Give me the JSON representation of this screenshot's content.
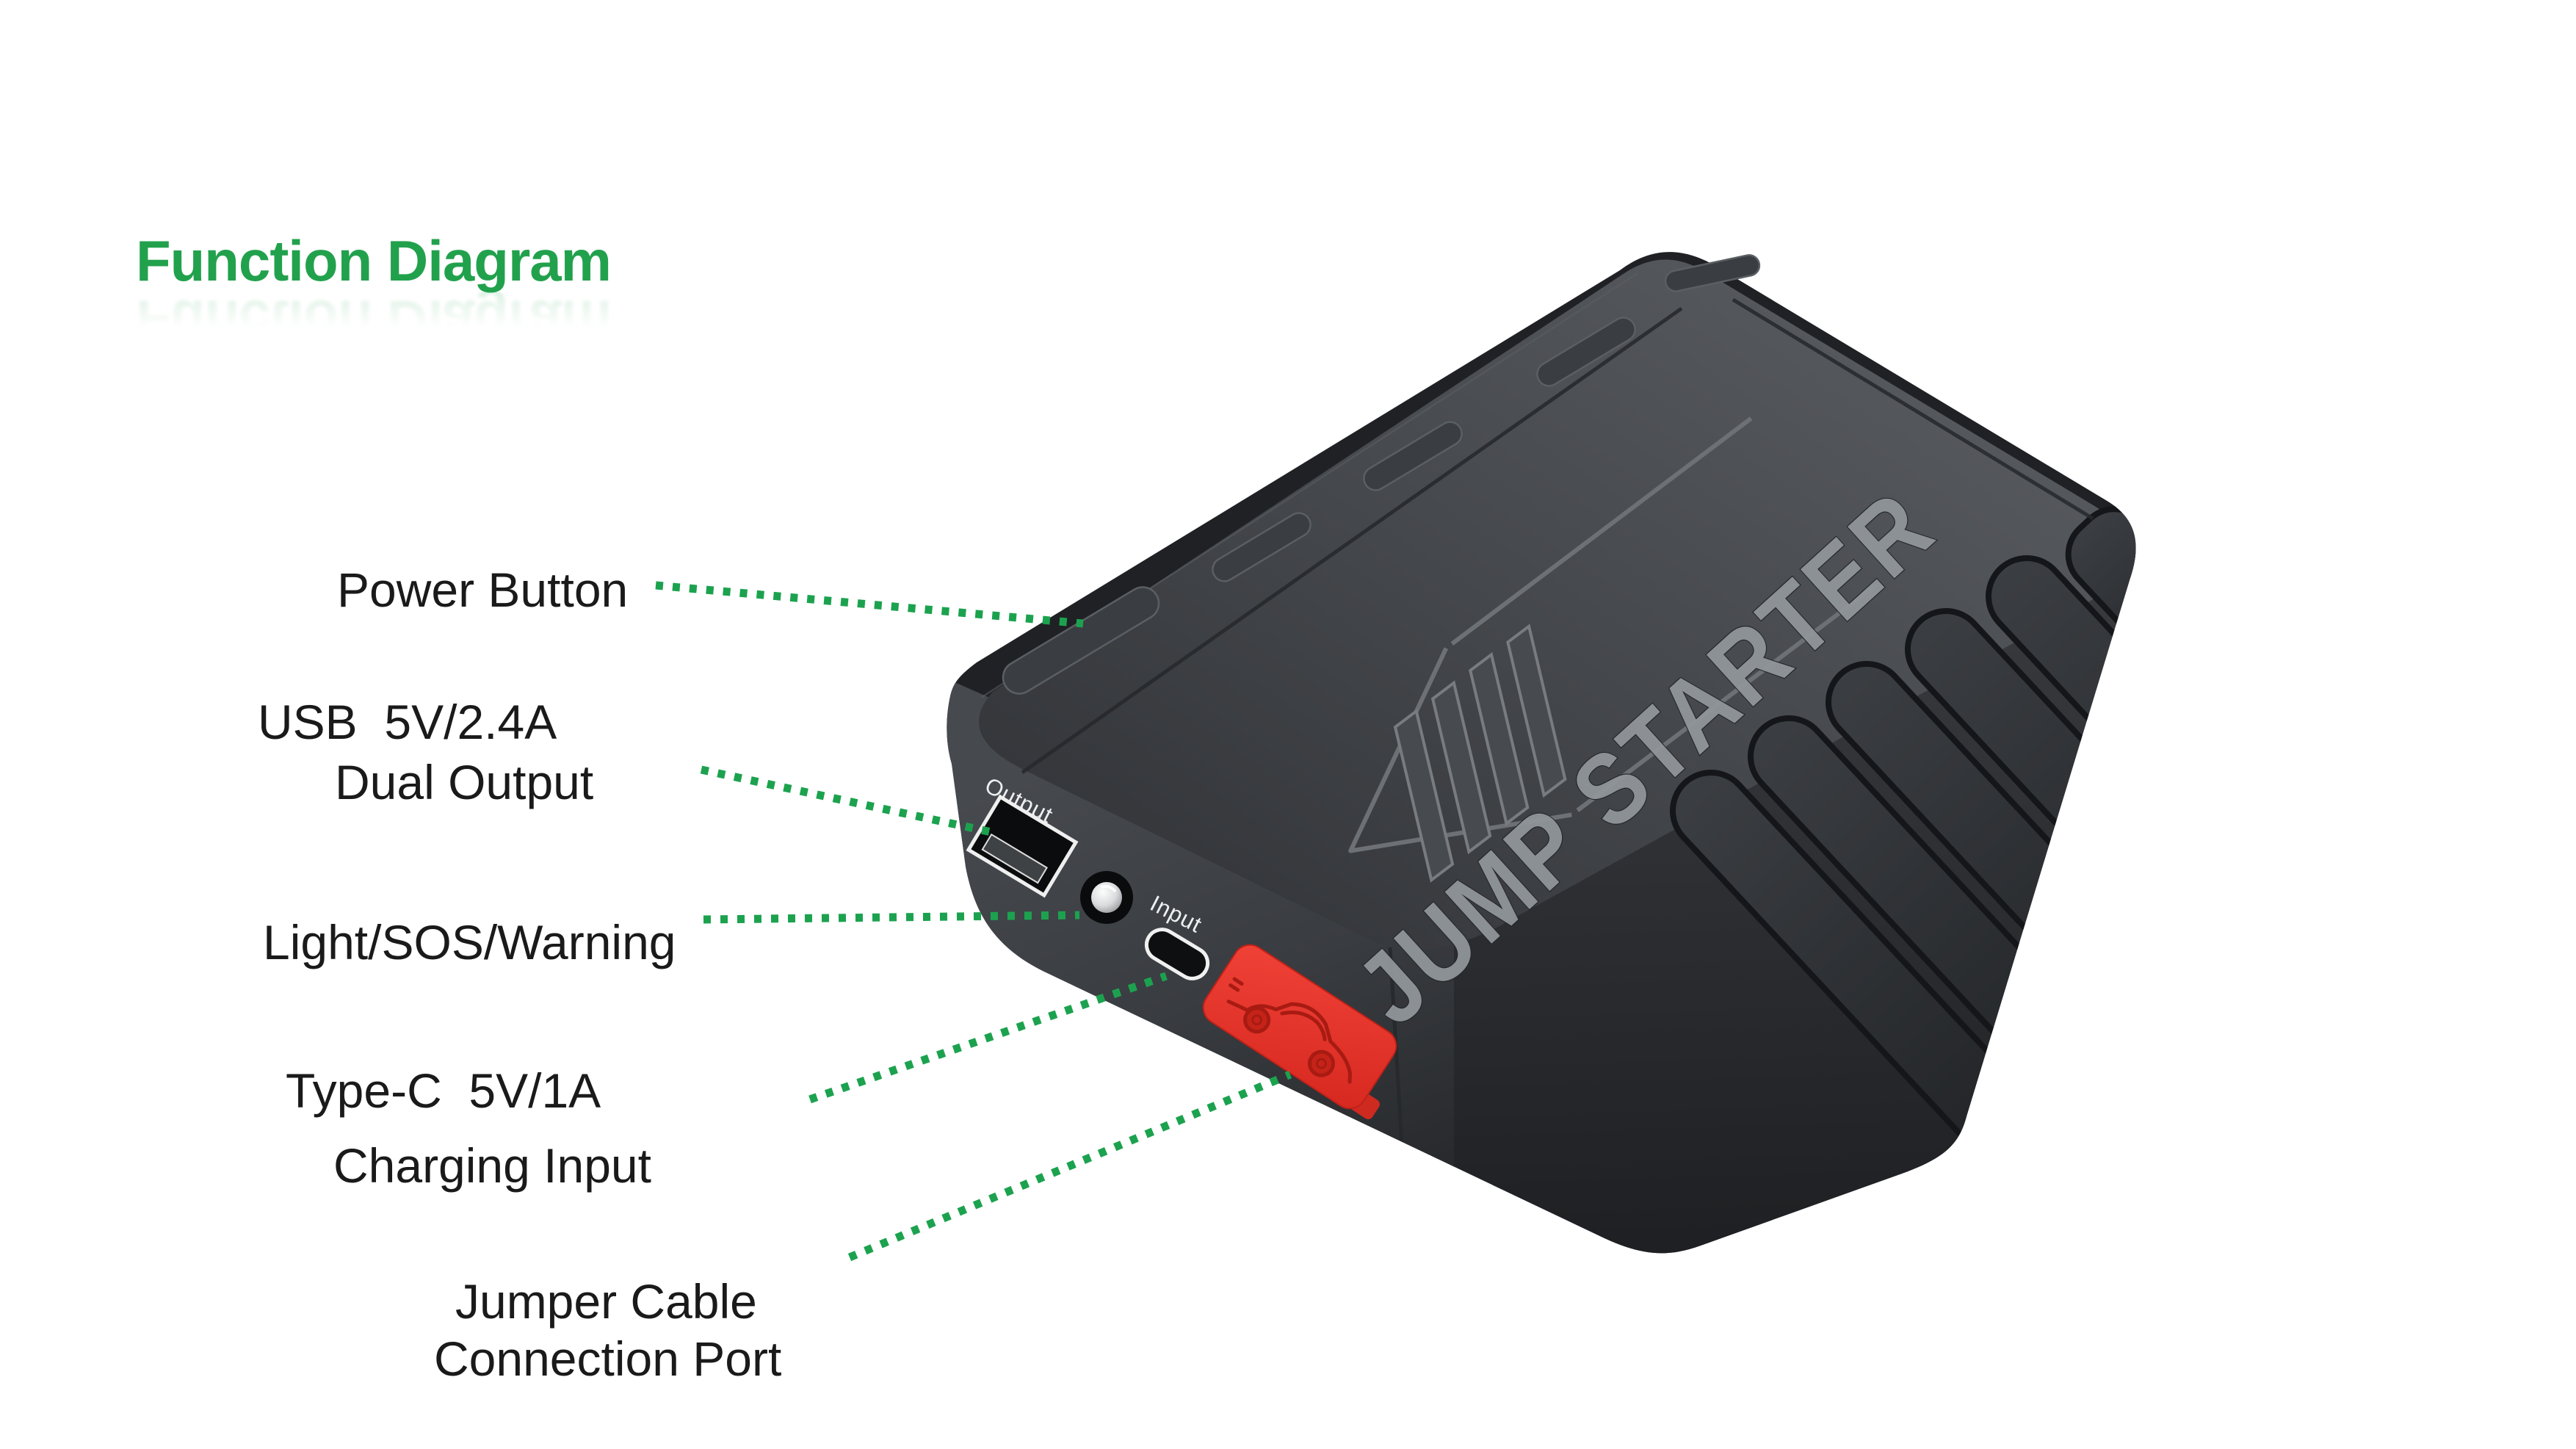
{
  "title": "Function Diagram",
  "colors": {
    "title_green": "#22A14D",
    "leader_dot_green": "#1CA24F",
    "label_text": "#1A1A1A",
    "device_body_dark": "#2F3134",
    "jumper_cover_red": "#E5332A"
  },
  "device": {
    "top_text": "JUMP STARTER",
    "usb_port_label": "Output",
    "typec_port_label": "Input"
  },
  "labels": [
    {
      "id": "power-button",
      "lines": [
        "Power Button"
      ]
    },
    {
      "id": "usb-dual-output",
      "lines": [
        "USB  5V/2.4A",
        "Dual Output"
      ]
    },
    {
      "id": "light-sos-warning",
      "lines": [
        "Light/SOS/Warning"
      ]
    },
    {
      "id": "type-c-charging-input",
      "lines": [
        "Type-C  5V/1A",
        "Charging Input"
      ]
    },
    {
      "id": "jumper-cable-connection",
      "lines": [
        "Jumper Cable",
        "Connection Port"
      ]
    }
  ]
}
